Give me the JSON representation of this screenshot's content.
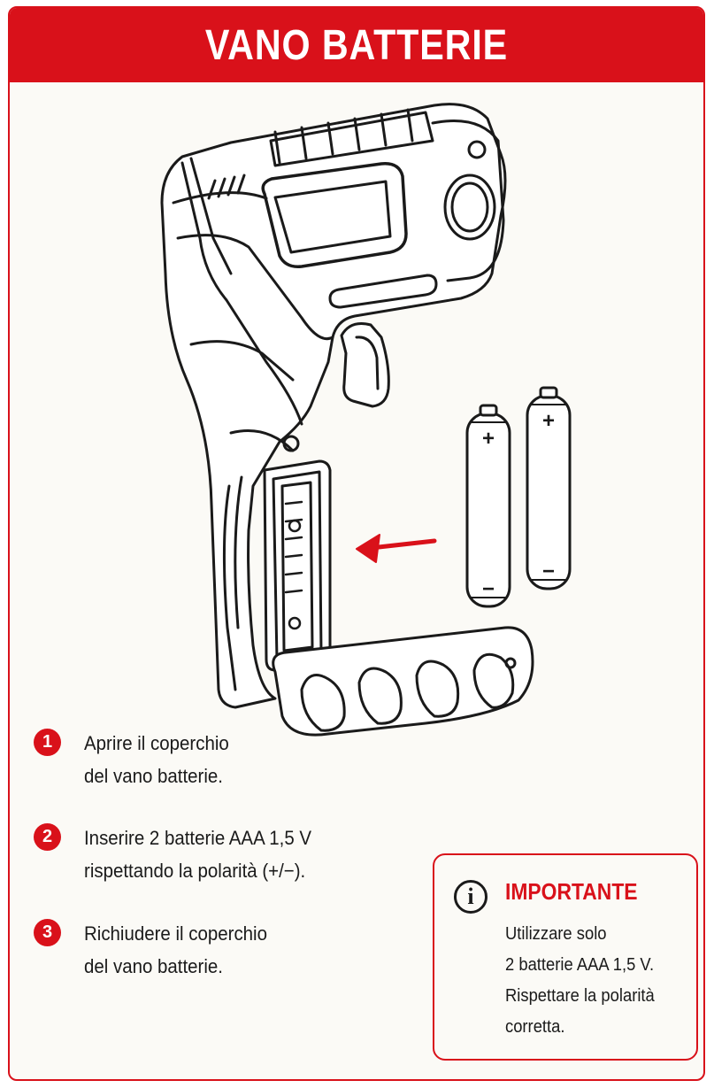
{
  "header": {
    "title": "VANO BATTERIE"
  },
  "battery": {
    "plus": "+",
    "minus": "−"
  },
  "steps": [
    {
      "number": "1",
      "lines": [
        "Aprire il coperchio",
        "del vano batterie."
      ]
    },
    {
      "number": "2",
      "lines": [
        "Inserire 2 batterie AAA 1,5 V",
        "rispettando la polarità (+/−)."
      ]
    },
    {
      "number": "3",
      "lines": [
        "Richiudere il coperchio",
        "del vano batterie."
      ]
    }
  ],
  "note": {
    "icon": "info-icon",
    "icon_glyph": "i",
    "title": "IMPORTANTE",
    "lines": [
      "Utilizzare solo",
      "2 batterie AAA 1,5 V.",
      "Rispettare la polarità",
      "corretta."
    ]
  },
  "colors": {
    "accent": "#d9111a",
    "text": "#1a1a1a",
    "background": "#fbfaf6"
  }
}
